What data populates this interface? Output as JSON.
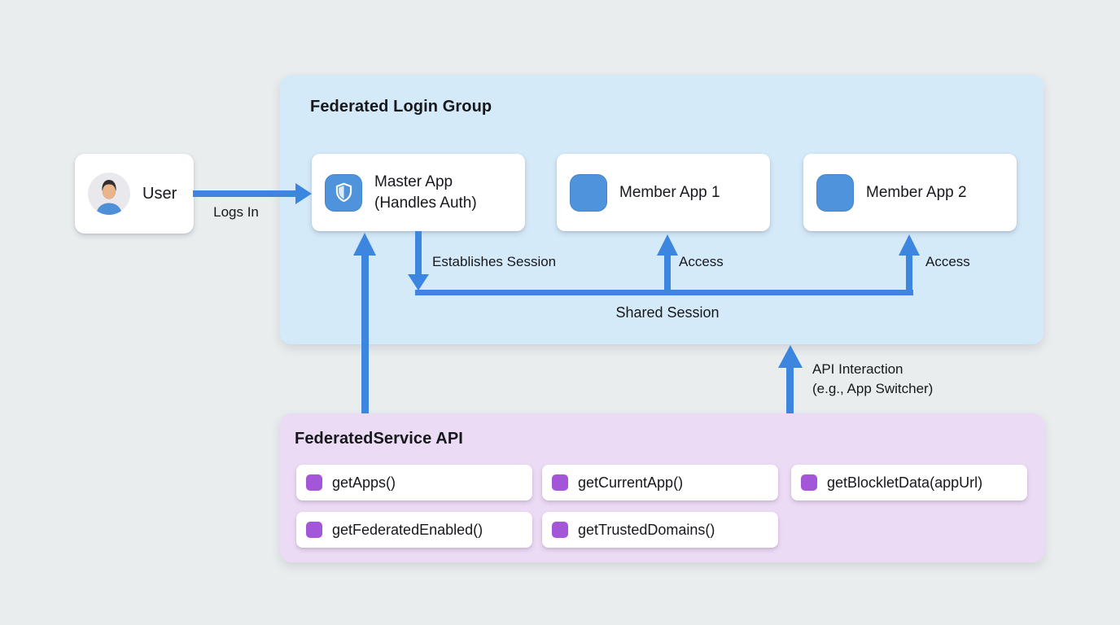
{
  "colors": {
    "page_bg": "#e9edee",
    "group_blue_bg": "#d5eaf9",
    "group_purple_bg": "#ecdbf5",
    "arrow_blue": "#3d86e0",
    "app_icon_blue": "#4e93db",
    "method_icon_purple": "#a456d8",
    "node_bg": "#ffffff",
    "text": "#17181c"
  },
  "user_node": {
    "label": "User"
  },
  "federated_group": {
    "title": "Federated Login Group",
    "nodes": [
      {
        "line1": "Master App",
        "line2": "(Handles Auth)",
        "icon": "shield-icon"
      },
      {
        "label": "Member App 1",
        "icon": "app-square-icon"
      },
      {
        "label": "Member App 2",
        "icon": "app-square-icon"
      }
    ]
  },
  "api_group": {
    "title": "FederatedService API",
    "methods": [
      "getApps()",
      "getCurrentApp()",
      "getBlockletData(appUrl)",
      "getFederatedEnabled()",
      "getTrustedDomains()"
    ]
  },
  "edges": {
    "logs_in": "Logs In",
    "establishes_session": "Establishes Session",
    "access_member1": "Access",
    "access_member2": "Access",
    "shared_session": "Shared Session",
    "api_interaction_line1": "API Interaction",
    "api_interaction_line2": "(e.g., App Switcher)"
  }
}
